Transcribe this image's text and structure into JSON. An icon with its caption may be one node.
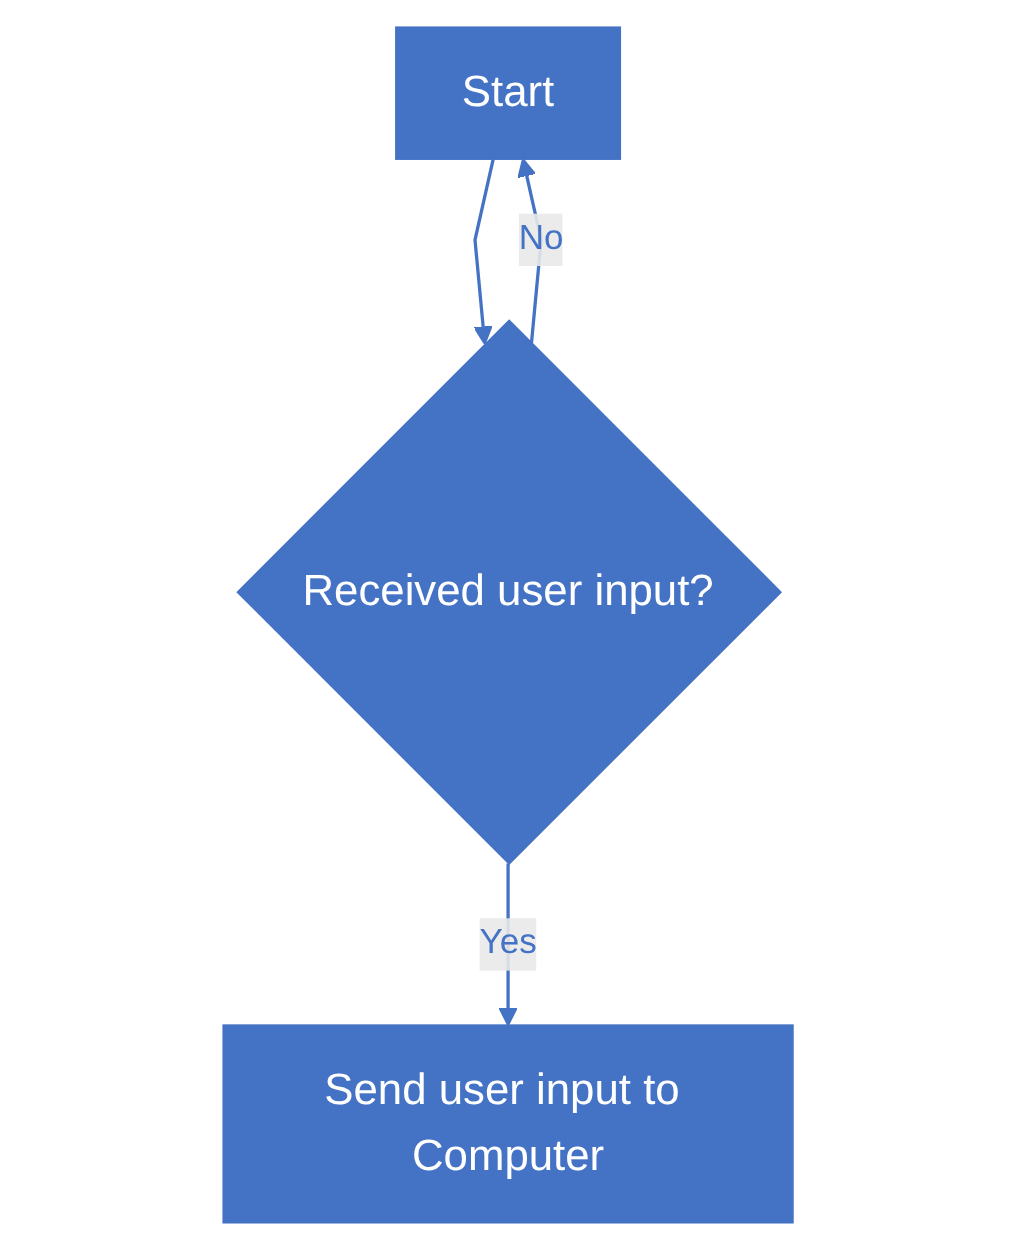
{
  "diagram": {
    "nodes": [
      {
        "text": [
          "Start"
        ]
      },
      {
        "text": [
          "Received user input?"
        ]
      },
      {
        "text": [
          "Send user input to Computer"
        ]
      }
    ],
    "edges": [
      {
        "from": 0,
        "to": 1,
        "arrow": "to"
      },
      {
        "from": 1,
        "to": 0,
        "label": "No",
        "arrow": "to"
      },
      {
        "from": 1,
        "to": 2,
        "label": "Yes",
        "arrow": "to"
      }
    ]
  }
}
